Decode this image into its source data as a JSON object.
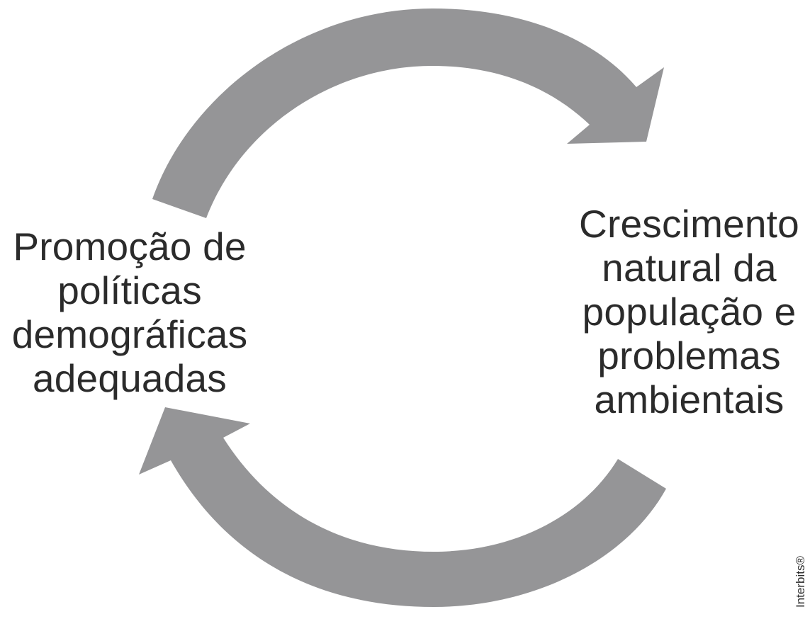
{
  "diagram": {
    "type": "cycle",
    "arrow_color": "#959597",
    "nodes": {
      "left": {
        "lines": [
          "Promoção de",
          "políticas",
          "demográficas",
          "adequadas"
        ]
      },
      "right": {
        "lines": [
          "Crescimento",
          "natural da",
          "população e",
          "problemas",
          "ambientais"
        ]
      }
    },
    "edges": [
      {
        "from": "left",
        "to": "right",
        "label": ""
      },
      {
        "from": "right",
        "to": "left",
        "label": ""
      }
    ]
  },
  "credit": "Interbits®"
}
